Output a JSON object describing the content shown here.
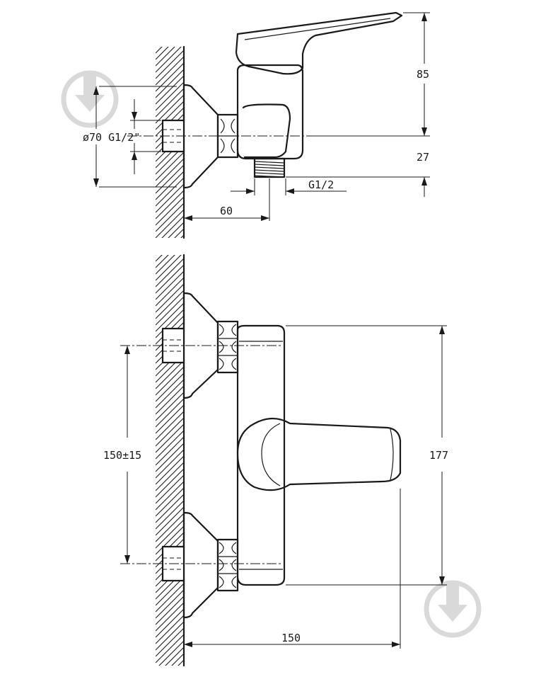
{
  "side_view": {
    "dim_height_upper": "85",
    "dim_height_lower": "27",
    "dim_flange": "ø70 G1/2\"",
    "dim_outlet_thread": "G1/2",
    "dim_depth": "60"
  },
  "front_view": {
    "dim_inlet_spacing": "150±15",
    "dim_body_height": "177",
    "dim_handle_reach": "150"
  },
  "watermark": {
    "icon": "download-arrow-icon"
  }
}
